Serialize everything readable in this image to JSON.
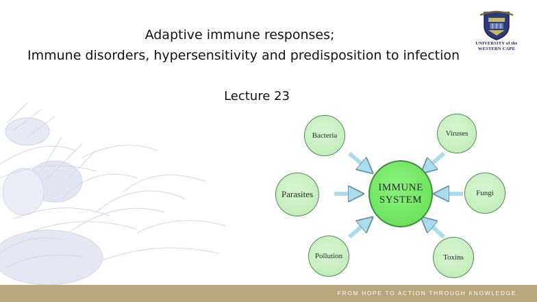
{
  "slide": {
    "title_line1": "Adaptive immune responses;",
    "title_line2": "Immune disorders, hypersensitivity and predisposition to infection",
    "subtitle": "Lecture 23"
  },
  "logo": {
    "text_line1": "UNIVERSITY of the",
    "text_line2": "WESTERN CAPE",
    "icon": "university-crest"
  },
  "diagram": {
    "center_line1": "IMMUNE",
    "center_line2": "SYSTEM",
    "nodes": [
      "Bacteria",
      "Viruses",
      "Parasites",
      "Fungi",
      "Pollution",
      "Toxins"
    ]
  },
  "footer": {
    "tagline": "FROM HOPE TO ACTION THROUGH KNOWLEDGE."
  },
  "colors": {
    "footer_bar": "#b8a77c",
    "node_fill": "#c4eebc",
    "center_fill": "#6fe35f",
    "arrow_fill": "#a9dcec",
    "crest_blue": "#1a1a5e"
  }
}
